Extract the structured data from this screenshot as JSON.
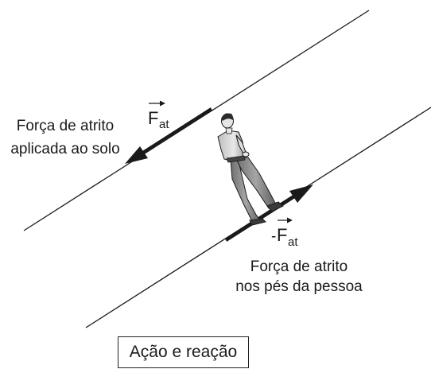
{
  "top_label": {
    "line1": "Força de atrito",
    "line2": "aplicada ao solo"
  },
  "bottom_label": {
    "line1": "Força de atrito",
    "line2": "nos pés da pessoa"
  },
  "vector_top": {
    "letter": "F",
    "subscript": "at"
  },
  "vector_bottom": {
    "sign": "-",
    "letter": "F",
    "subscript": "at"
  },
  "caption": "Ação e reação",
  "colors": {
    "ink": "#1a1a1a",
    "shirt": "#d6d6d6",
    "pants": "#8c8c8c",
    "skin": "#e6e6e6"
  }
}
